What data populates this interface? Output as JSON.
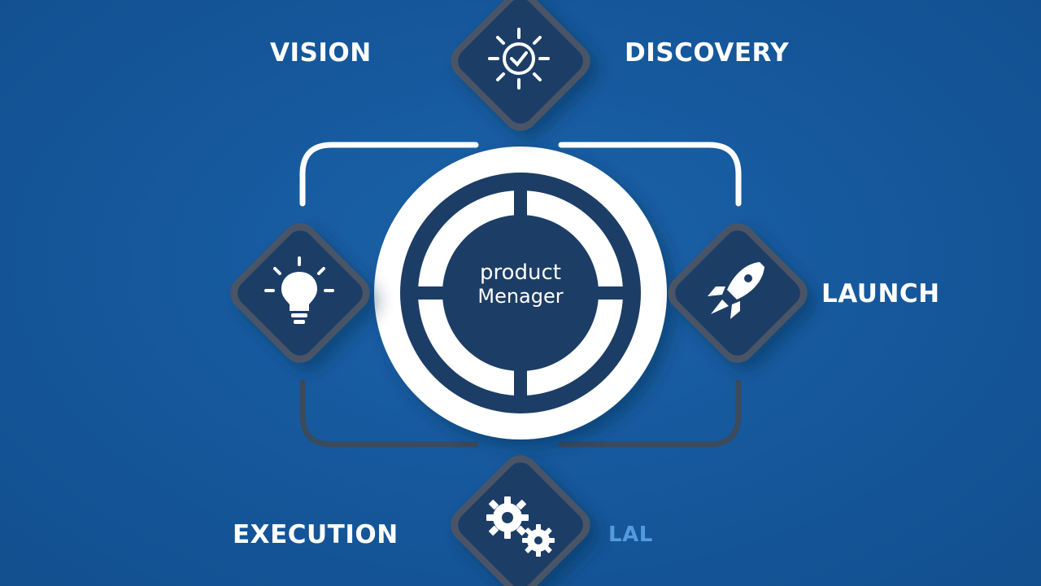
{
  "center": {
    "line1": "product",
    "line2": "Menager"
  },
  "stages": {
    "vision": "VISION",
    "discovery": "DISCOVERY",
    "launch": "LAUNCH",
    "execution": "EXECUTION",
    "partial": "LAL"
  },
  "icons": {
    "top": "sun-check-icon",
    "left": "lightbulb-icon",
    "right": "rocket-icon",
    "bottom": "gears-icon"
  },
  "colors": {
    "background": "#15579a",
    "tile": "#1c3d66",
    "tile_border": "#4a5566",
    "ring_white": "#ffffff",
    "ring_dark": "#1c3d66",
    "connector": "#ffffff",
    "connector_muted": "#3b4a5c",
    "partial_label": "#5fa8e8"
  }
}
